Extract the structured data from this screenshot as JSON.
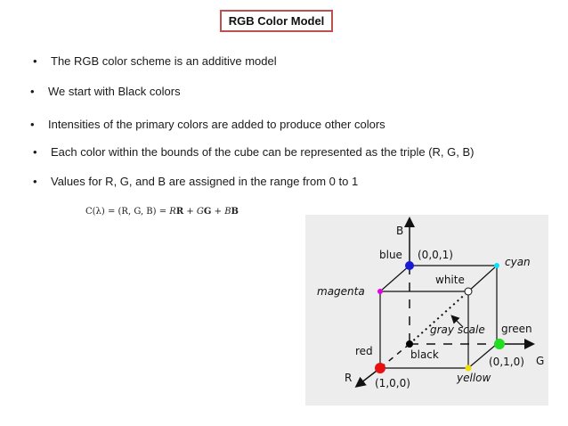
{
  "title": "RGB Color Model",
  "bullets": [
    "The RGB color scheme is an additive model",
    "We start with Black colors",
    "Intensities of the primary colors are added to produce other colors",
    "Each color within the bounds of the cube can be represented as the triple (R, G, B)",
    "Values for R, G, and B are assigned in the range from 0 to 1"
  ],
  "formula": {
    "lhs": "C(λ) = (R, G, B) = ",
    "r": "R",
    "rv": "R",
    "g": "G",
    "gv": "G",
    "b": "B",
    "bv": "B"
  },
  "cube": {
    "axis_b": "B",
    "axis_g": "G",
    "axis_r": "R",
    "blue": "blue",
    "blue_coord": "(0,0,1)",
    "cyan": "cyan",
    "magenta": "magenta",
    "white": "white",
    "gray_scale": "gray scale",
    "green": "green",
    "red": "red",
    "black": "black",
    "green_coord": "(0,1,0)",
    "red_coord": "(1,0,0)",
    "yellow": "yellow",
    "colors": {
      "blue": "#1a1ad6",
      "cyan": "#00e5ff",
      "magenta": "#e000e0",
      "green": "#22dd22",
      "red": "#e81010",
      "yellow": "#f0e000",
      "black": "#000000",
      "white": "#ffffff"
    }
  }
}
